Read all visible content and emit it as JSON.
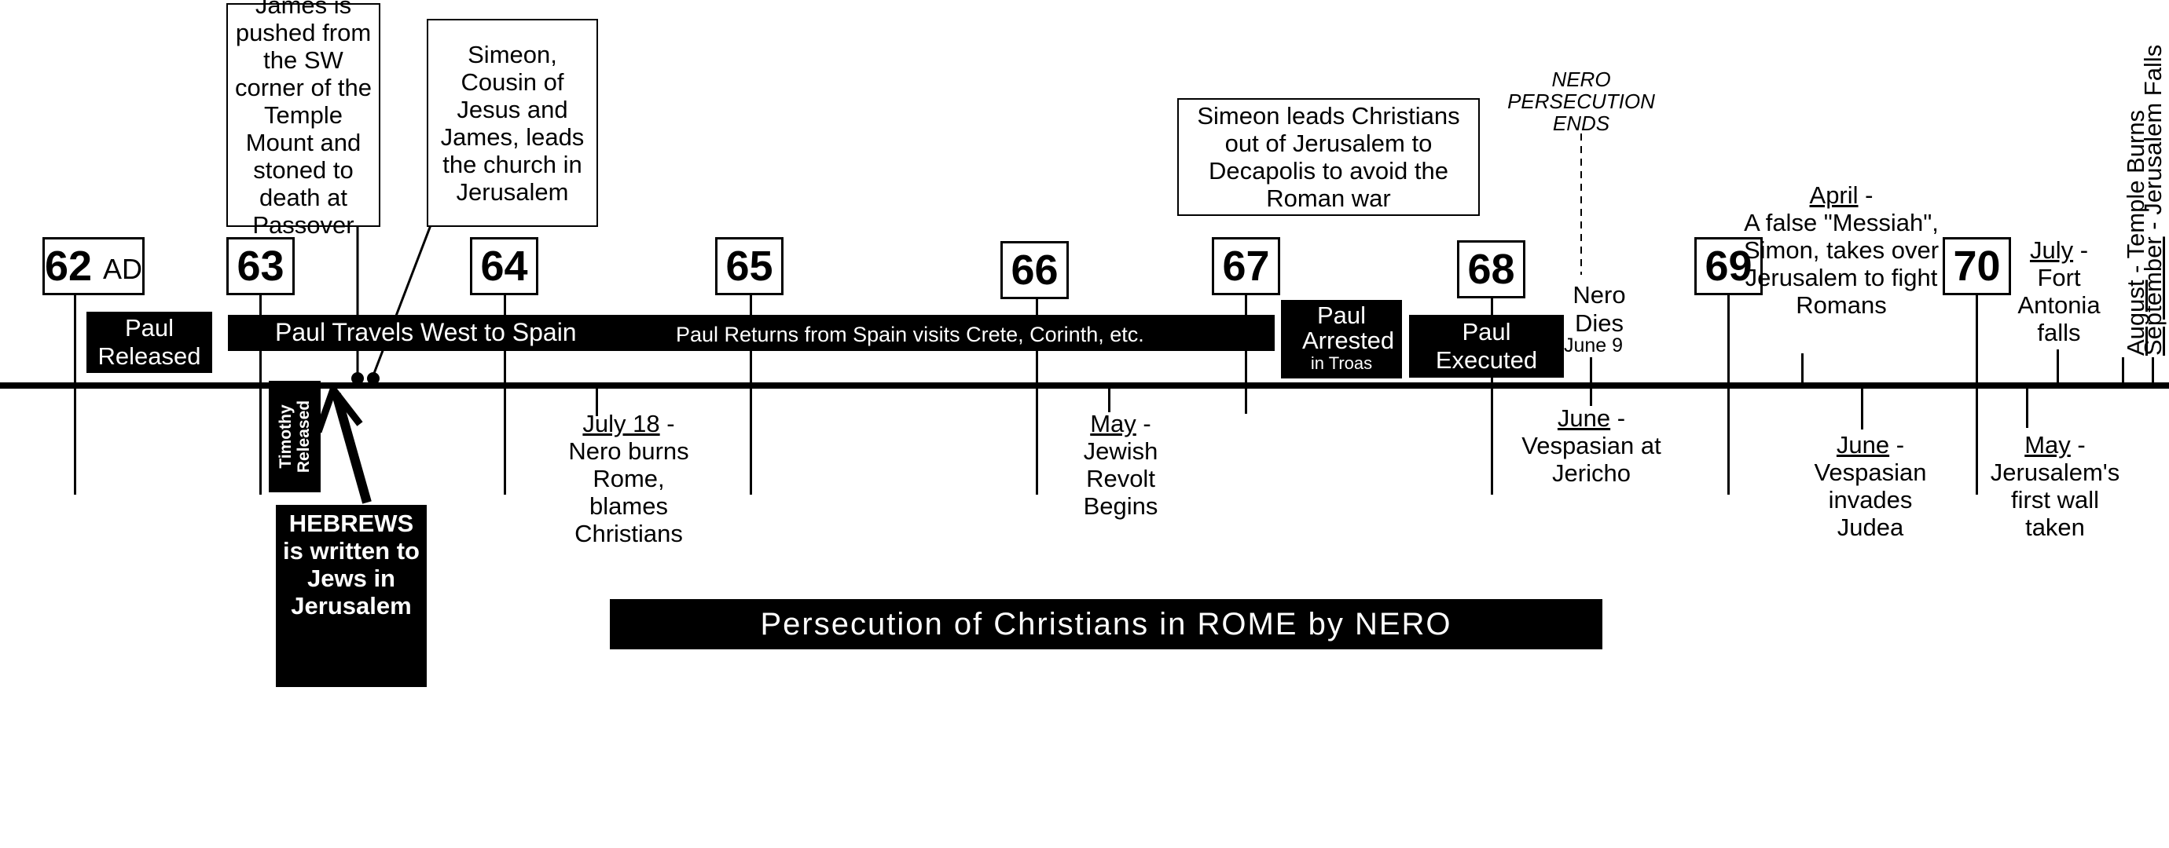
{
  "years": {
    "y62": "62",
    "y62_suffix": "AD",
    "y63": "63",
    "y64": "64",
    "y65": "65",
    "y66": "66",
    "y67": "67",
    "y68": "68",
    "y69": "69",
    "y70": "70"
  },
  "bars": {
    "paul_released": "Paul Released",
    "paul_travels": "Paul Travels West to Spain",
    "paul_returns": "Paul Returns from Spain visits Crete, Corinth, etc.",
    "paul_arrested": "Paul Arrested",
    "paul_arrested_sub": "in Troas",
    "paul_executed": "Paul Executed",
    "timothy_released": "Timothy Released",
    "hebrews": "HEBREWS is written to Jews in Jerusalem",
    "persecution": "Persecution of Christians in ROME by NERO"
  },
  "callouts": {
    "james": "James is pushed from the SW corner of the Temple Mount and stoned to death at Passover",
    "simeon_cousin": "Simeon, Cousin of Jesus and James, leads the church in Jerusalem",
    "simeon_leads": "Simeon leads Christians out of Jerusalem to Decapolis to avoid the Roman war"
  },
  "events": {
    "nero_persecution_ends": "NERO PERSECUTION ENDS",
    "nero_dies": "Nero Dies",
    "nero_dies_date": "June 9",
    "july18": "July 18",
    "july18_text": "Nero burns Rome, blames Christians",
    "may66": "May",
    "may66_text": "Jewish Revolt Begins",
    "june68": "June",
    "june68_text": "Vespasian at Jericho",
    "april69": "April",
    "april69_text": "A false \"Messiah\", Simon, takes over Jerusalem to fight Romans",
    "june69": "June",
    "june69_text": "Vespasian invades Judea",
    "may70": "May",
    "may70_text": "Jerusalem's first wall taken",
    "july70": "July",
    "july70_text": "Fort Antonia falls",
    "august70": "August",
    "august70_text": "Temple Burns",
    "september70": "September",
    "september70_text": "Jerusalem Falls"
  },
  "colors": {
    "ink": "#000000",
    "paper": "#ffffff"
  }
}
